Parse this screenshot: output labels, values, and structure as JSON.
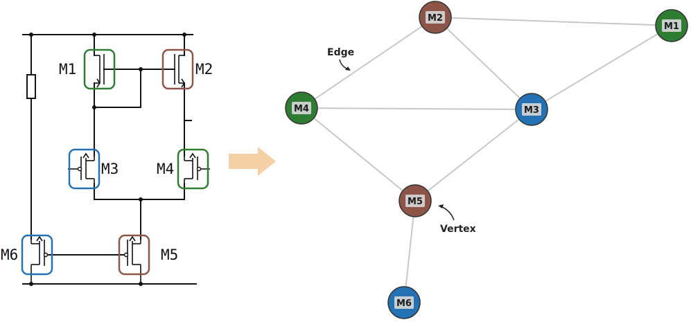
{
  "colors": {
    "green": "#2e7d32",
    "brown": "#8d5448",
    "blue": "#2472b3",
    "arrow": "#f5cfa6",
    "edge": "#c8c8c8",
    "tag_bg": "#d6d6d6"
  },
  "circuit": {
    "transistors": [
      {
        "id": "M1",
        "label": "M1",
        "color": "green"
      },
      {
        "id": "M2",
        "label": "M2",
        "color": "brown"
      },
      {
        "id": "M3",
        "label": "M3",
        "color": "blue"
      },
      {
        "id": "M4",
        "label": "M4",
        "color": "green"
      },
      {
        "id": "M5",
        "label": "M5",
        "color": "brown"
      },
      {
        "id": "M6",
        "label": "M6",
        "color": "blue"
      }
    ]
  },
  "graph": {
    "nodes": [
      {
        "id": "M2",
        "label": "M2",
        "color": "brown"
      },
      {
        "id": "M1",
        "label": "M1",
        "color": "green"
      },
      {
        "id": "M4",
        "label": "M4",
        "color": "green"
      },
      {
        "id": "M3",
        "label": "M3",
        "color": "blue"
      },
      {
        "id": "M5",
        "label": "M5",
        "color": "brown"
      },
      {
        "id": "M6",
        "label": "M6",
        "color": "blue"
      }
    ],
    "edges": [
      [
        "M2",
        "M1"
      ],
      [
        "M2",
        "M4"
      ],
      [
        "M2",
        "M3"
      ],
      [
        "M1",
        "M3"
      ],
      [
        "M4",
        "M3"
      ],
      [
        "M4",
        "M5"
      ],
      [
        "M3",
        "M5"
      ],
      [
        "M5",
        "M6"
      ]
    ],
    "annotations": {
      "edge": "Edge",
      "vertex": "Vertex"
    }
  }
}
